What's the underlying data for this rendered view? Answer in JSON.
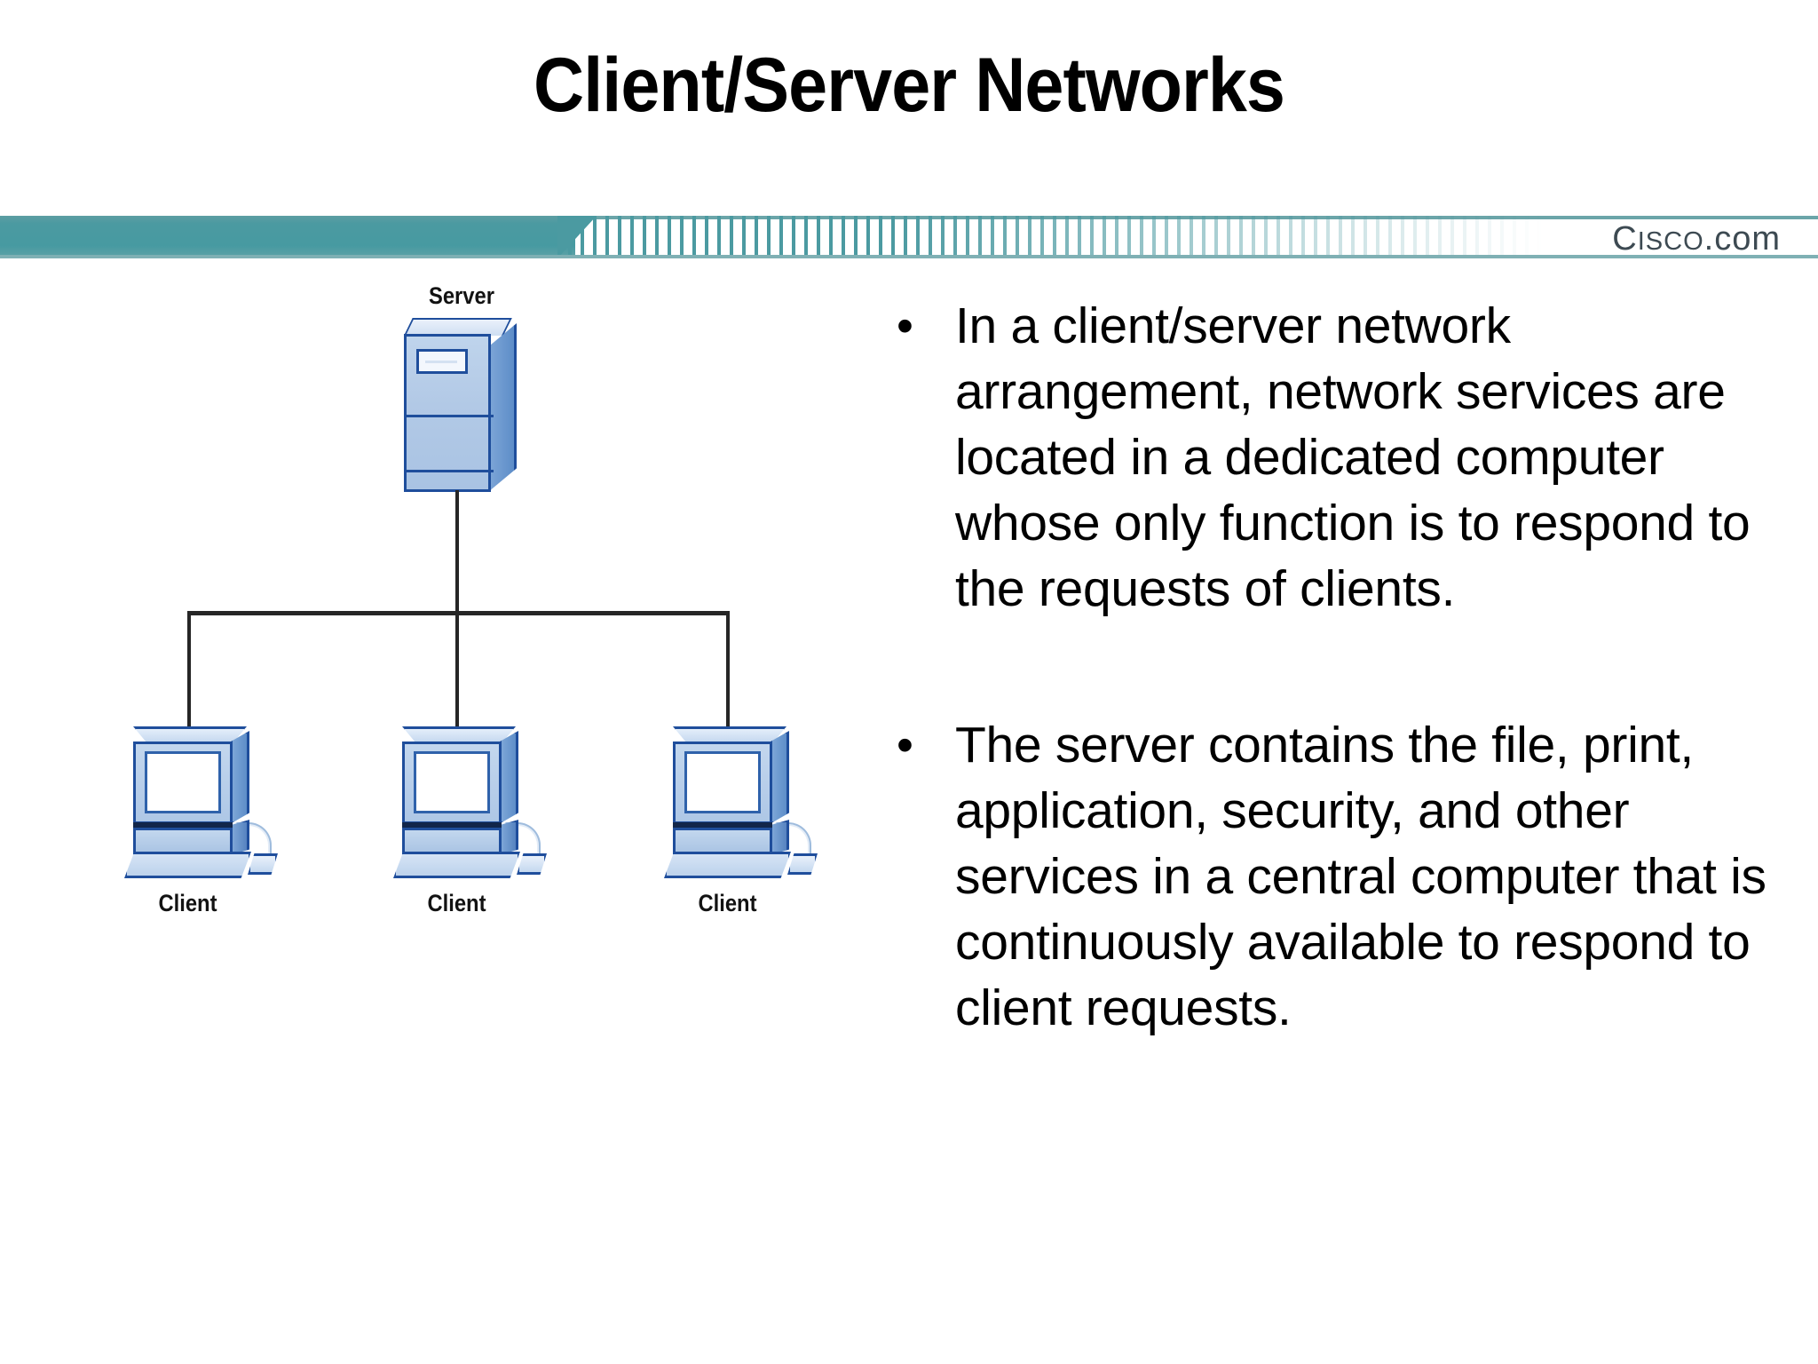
{
  "slide": {
    "title": "Client/Server Networks",
    "brand": {
      "prefix": "C",
      "smallcaps": "ISCO",
      "suffix": ".com",
      "full": "Cisco.com"
    },
    "colors": {
      "banner_teal": "#4b9aa1",
      "banner_rule": "#6ba5a9",
      "brand_text": "#3d4a52",
      "icon_outline": "#1f4e9c",
      "icon_face": "#b2c9e6",
      "icon_side": "#6b9bd2",
      "wire": "#262626",
      "text": "#000000",
      "background": "#ffffff"
    }
  },
  "diagram": {
    "name": "client-server-network-topology",
    "server": {
      "label": "Server",
      "icon": "server-tower-icon"
    },
    "clients": [
      {
        "label": "Client",
        "icon": "desktop-workstation-icon"
      },
      {
        "label": "Client",
        "icon": "desktop-workstation-icon"
      },
      {
        "label": "Client",
        "icon": "desktop-workstation-icon"
      }
    ]
  },
  "bullets": [
    {
      "marker": "•",
      "text": "In a client/server network arrangement, network services are located in a dedicated computer whose only function is to respond to the requests of clients."
    },
    {
      "marker": "•",
      "text": "The server contains the file, print, application, security, and other services in a central computer that is continuously available to respond to client requests."
    }
  ]
}
